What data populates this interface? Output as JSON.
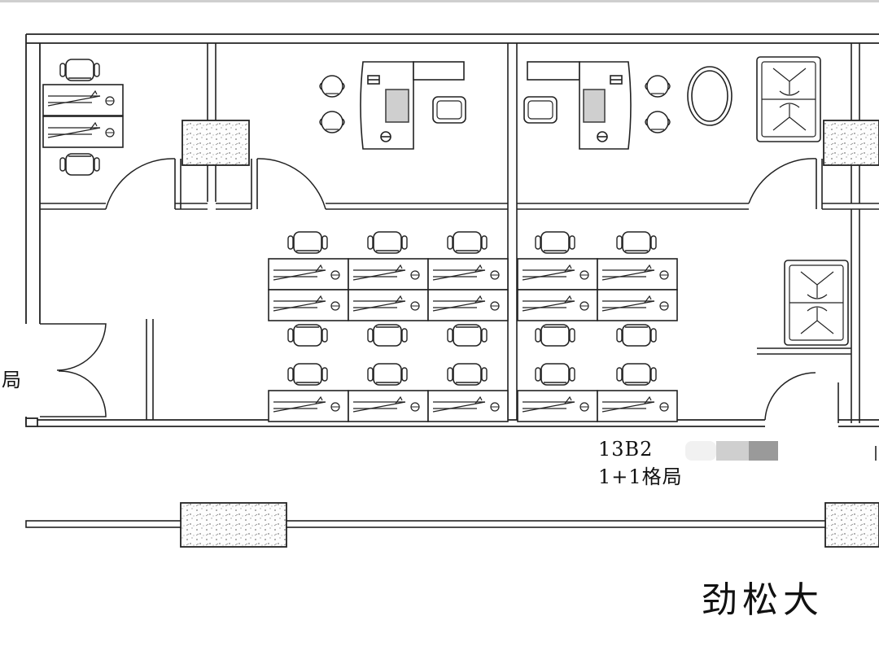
{
  "plan": {
    "unit_code": "13B2",
    "unit_layout": "1+1格局",
    "left_partial_label": "局",
    "building_name_partial": "劲松大",
    "legend_colors": [
      "#eeeeee",
      "#cfcfcf",
      "#9a9a9a"
    ]
  }
}
